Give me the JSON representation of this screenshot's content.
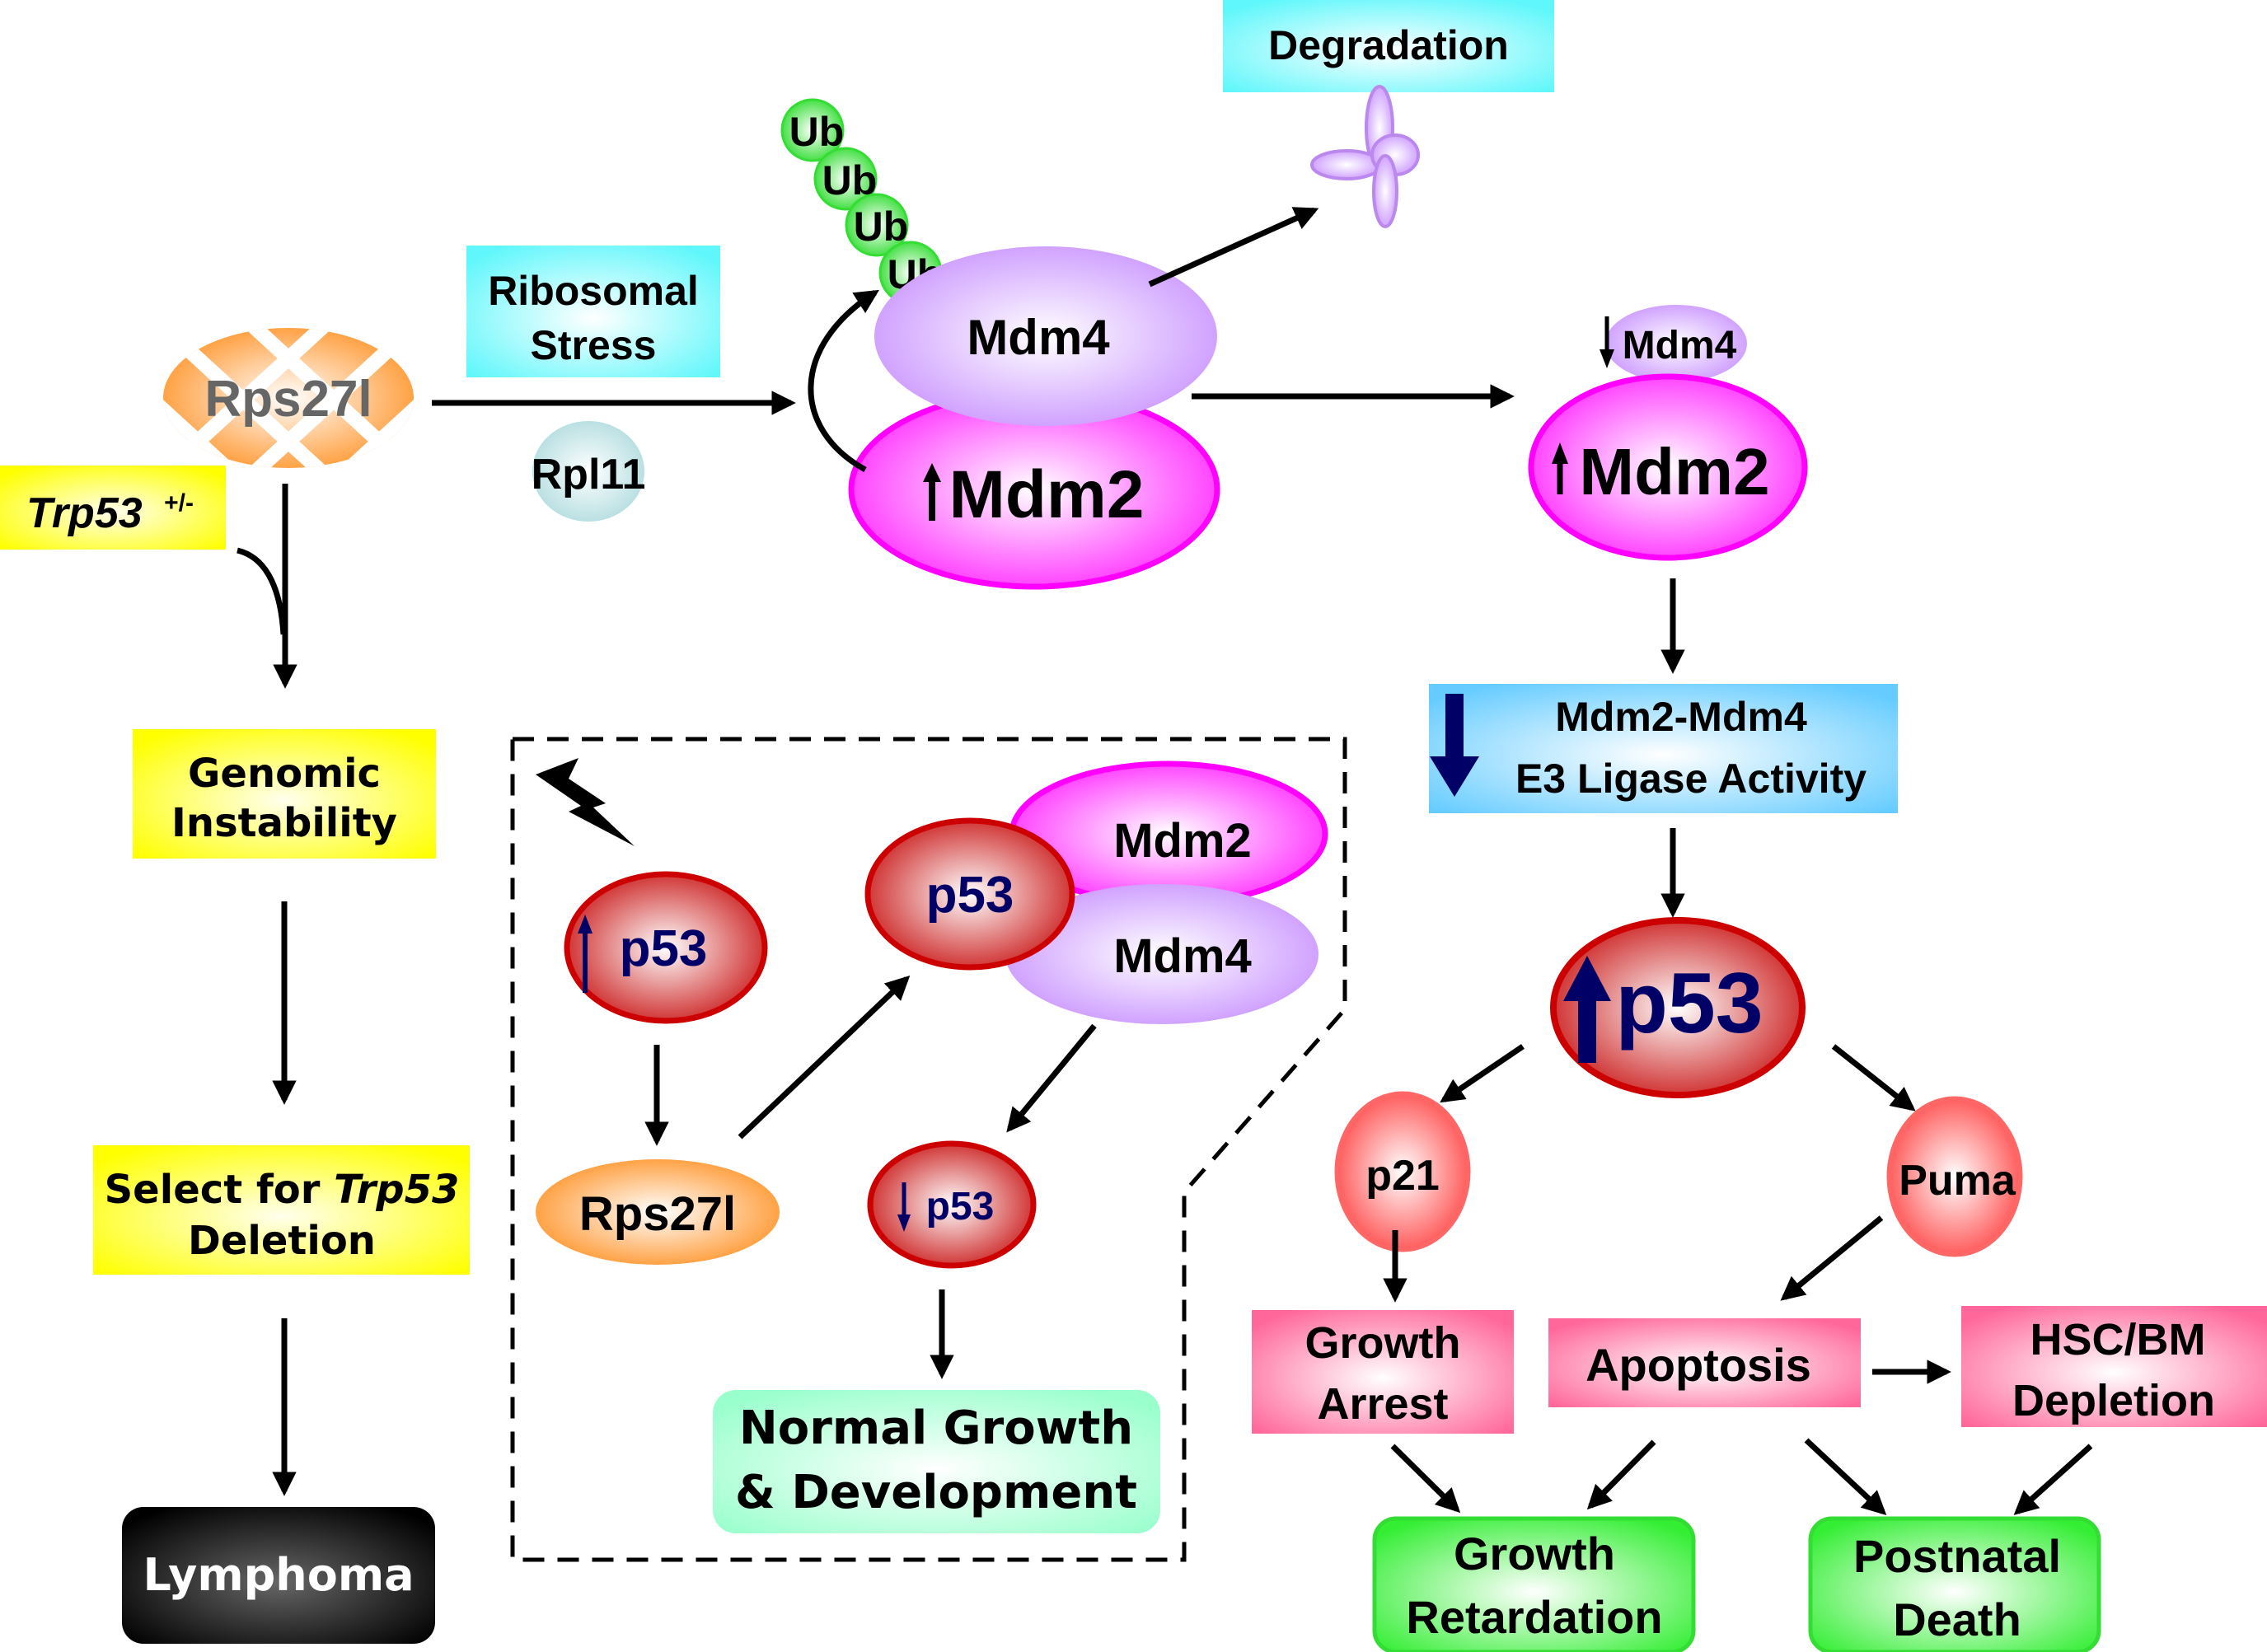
{
  "diagram": {
    "type": "signaling-pathway",
    "boxes": {
      "degradation": {
        "label": "Degradation"
      },
      "ribosomal_stress": {
        "lines": [
          "Ribosomal",
          "Stress"
        ]
      },
      "trp53_het": {
        "gene": "Trp53",
        "superscript": "+/-"
      },
      "genomic_instability": {
        "lines": [
          "Genomic",
          "Instability"
        ]
      },
      "select_trp53": {
        "line1_prefix": "Select for ",
        "line1_gene": "Trp53",
        "line2": "Deletion"
      },
      "lymphoma": {
        "label": "Lymphoma"
      },
      "e3_ligase": {
        "lines": [
          "Mdm2-Mdm4",
          "E3 Ligase Activity"
        ],
        "indicator": "down"
      },
      "growth_arrest": {
        "lines": [
          "Growth",
          "Arrest"
        ]
      },
      "apoptosis": {
        "label": "Apoptosis"
      },
      "hsc_bm": {
        "lines": [
          "HSC/BM",
          "Depletion"
        ]
      },
      "growth_retardation": {
        "lines": [
          "Growth",
          "Retardation"
        ]
      },
      "postnatal_death": {
        "lines": [
          "Postnatal",
          "Death"
        ]
      },
      "normal_growth": {
        "lines": [
          "Normal Growth",
          "& Development"
        ]
      }
    },
    "nodes": {
      "rps27l_mutant": {
        "label": "Rps27l",
        "style": "crosshatched"
      },
      "rpl11": {
        "label": "Rpl11"
      },
      "ub_chain": {
        "labels": [
          "Ub",
          "Ub",
          "Ub",
          "Ub"
        ]
      },
      "mdm4_top": {
        "label": "Mdm4"
      },
      "mdm2_top": {
        "label": "Mdm2",
        "indicator": "up"
      },
      "mdm4_small": {
        "label": "Mdm4",
        "indicator": "down"
      },
      "mdm2_right": {
        "label": "Mdm2",
        "indicator": "up"
      },
      "p53_big": {
        "label": "p53",
        "indicator": "up"
      },
      "p21": {
        "label": "p21"
      },
      "puma": {
        "label": "Puma"
      },
      "p53_up_inset": {
        "label": "p53",
        "indicator": "up"
      },
      "p53_inset": {
        "label": "p53"
      },
      "mdm2_inset": {
        "label": "Mdm2"
      },
      "mdm4_inset": {
        "label": "Mdm4"
      },
      "rps27l_inset": {
        "label": "Rps27l"
      },
      "p53_down_inset": {
        "label": "p53",
        "indicator": "down"
      }
    },
    "colors": {
      "cyan_box": "#66ffff",
      "yellow_box": "#ffff00",
      "blue_box": "#66ccff",
      "pink_box": "#ff6699",
      "green_box": "#33ee33",
      "mint_box": "#99ffcc",
      "mdm2_magenta": "#ff00ff",
      "mdm4_lavender": "#cc99ff",
      "p53_red": "#cc0000",
      "p21_red": "#ff5555",
      "rps27l_orange": "#ff9933",
      "rpl11_teal": "#b3dde0",
      "ub_green": "#33dd33",
      "navy_text": "#000066"
    }
  }
}
